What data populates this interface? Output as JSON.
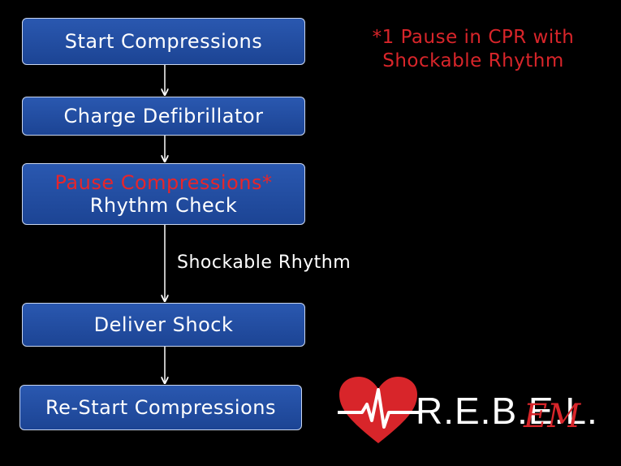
{
  "flow": {
    "steps": [
      {
        "label": "Start Compressions"
      },
      {
        "label": "Charge Defibrillator"
      },
      {
        "label_warning": "Pause Compressions*",
        "label": "Rhythm Check"
      },
      {
        "label": "Deliver Shock"
      },
      {
        "label": "Re-Start Compressions"
      }
    ],
    "edge_label": "Shockable Rhythm"
  },
  "note": {
    "line1": "*1 Pause in CPR with",
    "line2": "Shockable Rhythm"
  },
  "logo": {
    "text": "R.E.B.E.L.",
    "suffix": "EM",
    "icon": "heart-ecg-icon"
  },
  "colors": {
    "box_fill": "#1f4a9c",
    "box_border": "#c9d6f0",
    "warning": "#e8252a",
    "background": "#000000"
  }
}
